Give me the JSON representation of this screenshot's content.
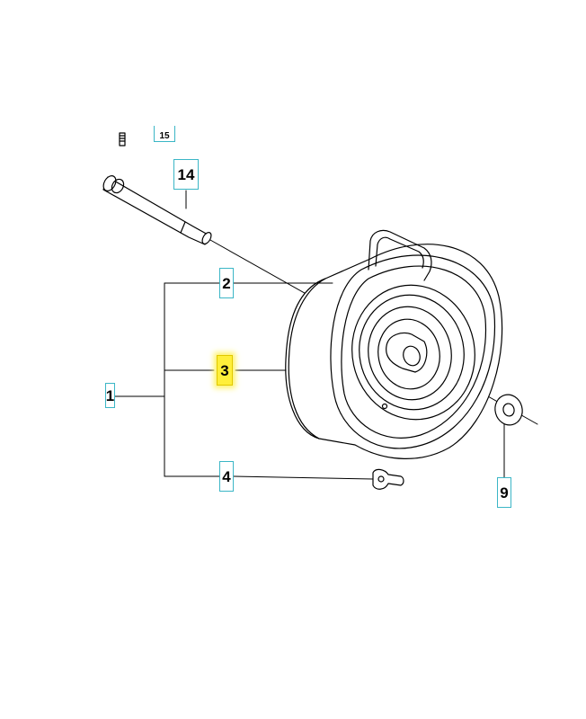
{
  "callouts": {
    "c14": "14",
    "c2": "2",
    "c3": "3",
    "c1": "1",
    "c4": "4",
    "c9": "9",
    "c_partial": "15"
  },
  "colors": {
    "callout_border": "#3bb6c6",
    "highlight": "#ffef3a",
    "line": "#000000"
  }
}
